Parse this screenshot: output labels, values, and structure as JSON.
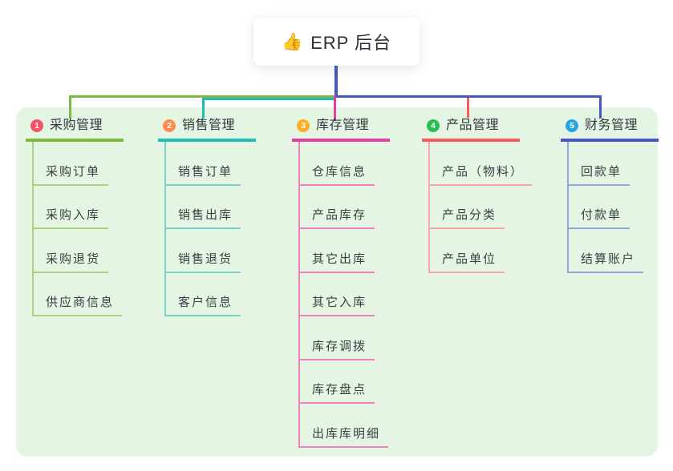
{
  "root": {
    "title": "ERP 后台",
    "icon": "thumbs-up",
    "emoji": "👍"
  },
  "panel_color": "#e5f5e3",
  "stem_color": "#4457c7",
  "branches": [
    {
      "index": "1",
      "label": "采购管理",
      "badge_color": "#f55468",
      "line_color": "#7cba3f",
      "child_line_color": "#a9d37d",
      "children": [
        "采购订单",
        "采购入库",
        "采购退货",
        "供应商信息"
      ]
    },
    {
      "index": "2",
      "label": "销售管理",
      "badge_color": "#ff8b4d",
      "line_color": "#1fbdb1",
      "child_line_color": "#79cfc7",
      "children": [
        "销售订单",
        "销售出库",
        "销售退货",
        "客户信息"
      ]
    },
    {
      "index": "3",
      "label": "库存管理",
      "badge_color": "#ffad26",
      "line_color": "#e23f9f",
      "child_line_color": "#ee82c1",
      "children": [
        "仓库信息",
        "产品库存",
        "其它出库",
        "其它入库",
        "库存调拨",
        "库存盘点",
        "出库库明细"
      ]
    },
    {
      "index": "4",
      "label": "产品管理",
      "badge_color": "#2abd57",
      "line_color": "#f85a5e",
      "child_line_color": "#faa3a5",
      "children": [
        "产品（物料）",
        "产品分类",
        "产品单位"
      ]
    },
    {
      "index": "5",
      "label": "财务管理",
      "badge_color": "#29a4e1",
      "line_color": "#4457c7",
      "child_line_color": "#8fa6da",
      "children": [
        "回款单",
        "付款单",
        "结算账户"
      ]
    }
  ]
}
